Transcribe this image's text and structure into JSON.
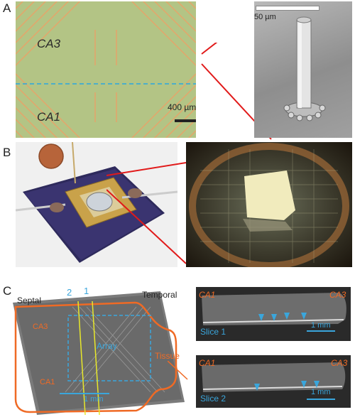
{
  "panels": {
    "a": {
      "letter": "A",
      "region_top": "CA3",
      "region_bottom": "CA1",
      "scale_left": "400 µm",
      "scale_right": "50 µm"
    },
    "b": {
      "letter": "B"
    },
    "c": {
      "letter": "C",
      "septal": "Septal",
      "temporal": "Temporal",
      "line_2": "2",
      "line_1": "1",
      "ca3": "CA3",
      "ca1": "CA1",
      "array": "Array",
      "tissue": "Tissue",
      "scale": "1 mm",
      "slice1": {
        "left": "CA1",
        "right": "CA3",
        "name": "Slice 1",
        "scale": "1 mm"
      },
      "slice2": {
        "left": "CA1",
        "right": "CA3",
        "name": "Slice 2",
        "scale": "1 mm"
      }
    }
  },
  "colors": {
    "array_green": "#b3c485",
    "trace_orange": "#e6a46a",
    "divider_blue": "#2aa6e0",
    "zoom_red": "#e11a1a",
    "tissue_orange": "#ef6a25",
    "label_blue": "#3aa6dc",
    "guide_yellow": "#e8e82a"
  }
}
